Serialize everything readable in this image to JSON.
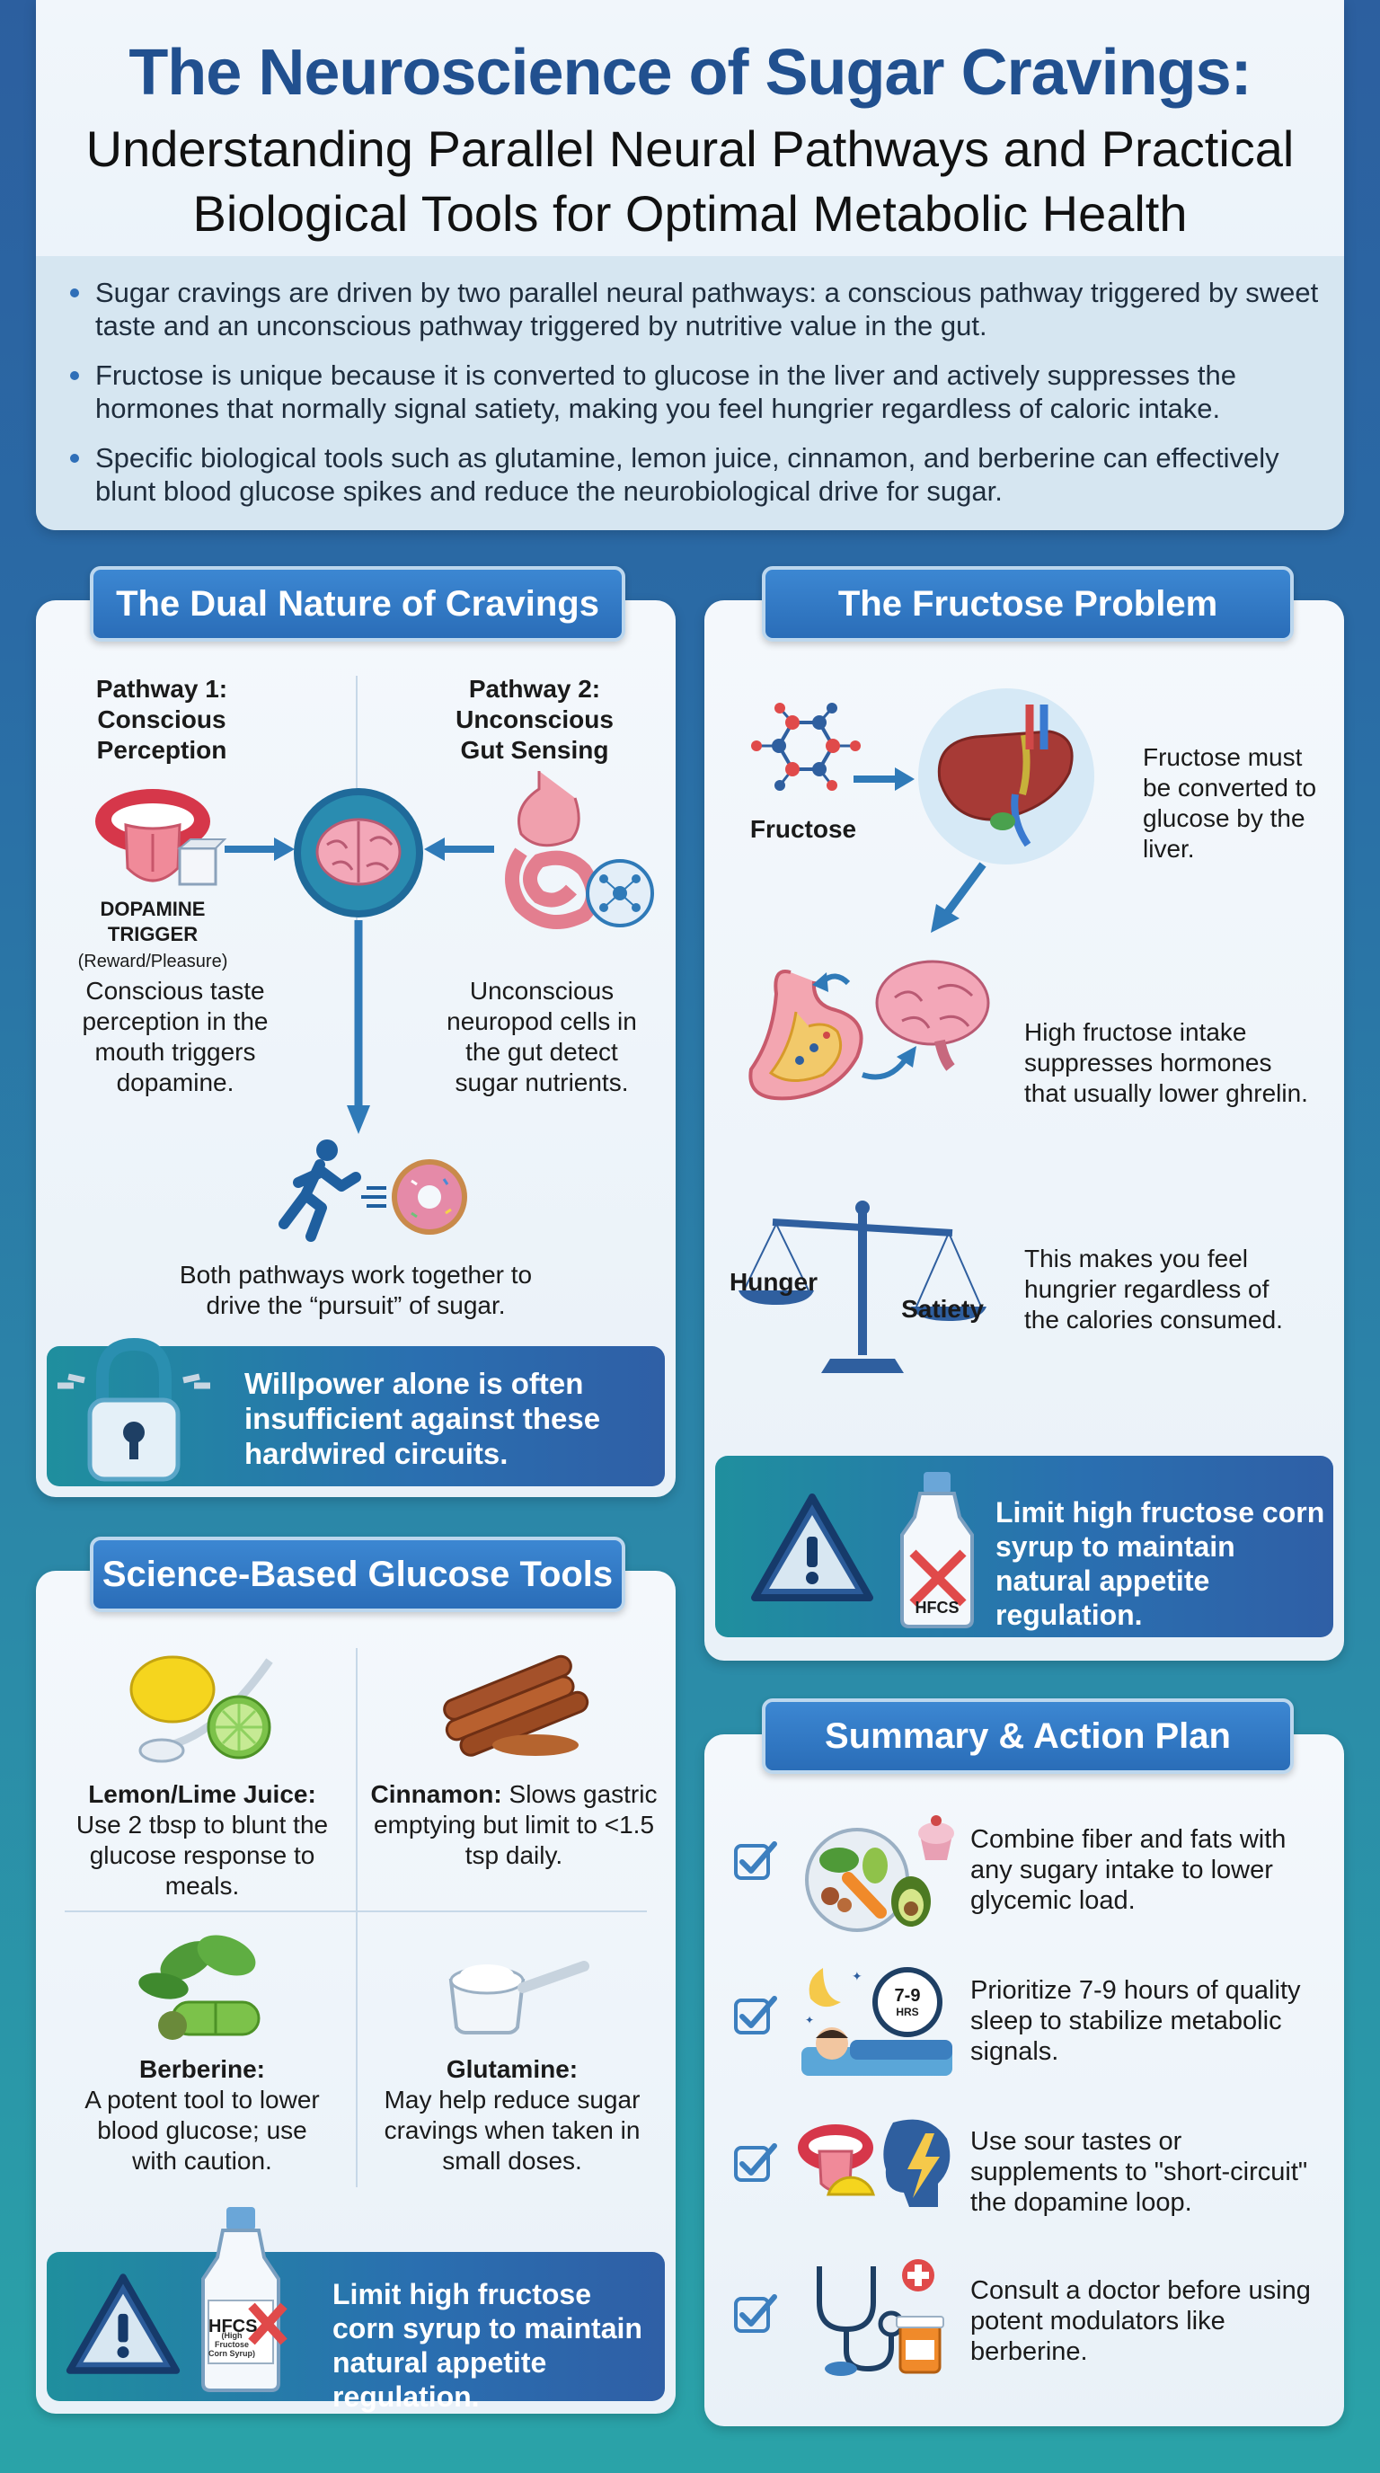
{
  "header": {
    "title": "The Neuroscience of Sugar Cravings:",
    "subtitle_line1": "Understanding Parallel Neural Pathways and Practical",
    "subtitle_line2": "Biological Tools for Optimal Metabolic Health",
    "bullets": [
      "Sugar cravings are driven by two parallel neural pathways: a conscious pathway triggered by sweet taste and an unconscious pathway triggered by nutritive value in the gut.",
      "Fructose is unique because it is converted to glucose in the liver and actively suppresses the hormones that normally signal satiety, making you feel hungrier regardless of caloric intake.",
      "Specific biological tools such as glutamine, lemon juice, cinnamon, and berberine can effectively blunt blood glucose spikes and reduce the neurobiological drive for sugar."
    ]
  },
  "dual": {
    "title": "The Dual Nature of Cravings",
    "pathway1_label": "Pathway 1: Conscious Perception",
    "pathway2_label": "Pathway 2: Unconscious Gut Sensing",
    "dopamine_label": "DOPAMINE TRIGGER",
    "dopamine_sub": "(Reward/Pleasure)",
    "pathway1_text": "Conscious taste perception in the mouth triggers dopamine.",
    "pathway2_text": "Unconscious neuropod cells in the gut detect sugar nutrients.",
    "together_text": "Both pathways work together to drive the “pursuit” of sugar.",
    "banner": "Willpower alone is often insufficient against these hardwired circuits."
  },
  "fructose": {
    "title": "The Fructose Problem",
    "molecule_label": "Fructose",
    "liver_text": "Fructose must be converted to glucose by the liver.",
    "hormone_text": "High fructose intake suppresses hormones that usually lower ghrelin.",
    "scale_left": "Hunger",
    "scale_right": "Satiety",
    "hunger_text": "This makes you feel hungrier regardless of the calories consumed.",
    "banner": "Limit high fructose corn syrup to maintain natural appetite regulation.",
    "bottle_label": "HFCS"
  },
  "tools": {
    "title": "Science-Based Glucose Tools",
    "items": [
      {
        "name": "Lemon/Lime Juice:",
        "desc": "Use 2 tbsp to blunt the glucose response to meals."
      },
      {
        "name": "Cinnamon:",
        "desc": "Slows gastric emptying but limit to <1.5 tsp daily."
      },
      {
        "name": "Berberine:",
        "desc": "A potent tool to lower blood glucose; use with caution."
      },
      {
        "name": "Glutamine:",
        "desc": "May help reduce sugar cravings when taken in small doses."
      }
    ],
    "banner": "Limit high fructose corn syrup to maintain natural appetite regulation.",
    "bottle_label": "HFCS",
    "bottle_small": "(High Fructose Corn Syrup)"
  },
  "summary": {
    "title": "Summary & Action Plan",
    "items": [
      "Combine fiber and fats with any sugary intake to lower glycemic load.",
      "Prioritize 7-9 hours of quality sleep to stabilize metabolic signals.",
      "Use sour tastes or supplements to \"short-circuit\" the dopamine loop.",
      "Consult a doctor before using potent modulators like berberine."
    ],
    "clock_label": "7-9",
    "clock_sub": "HRS"
  }
}
